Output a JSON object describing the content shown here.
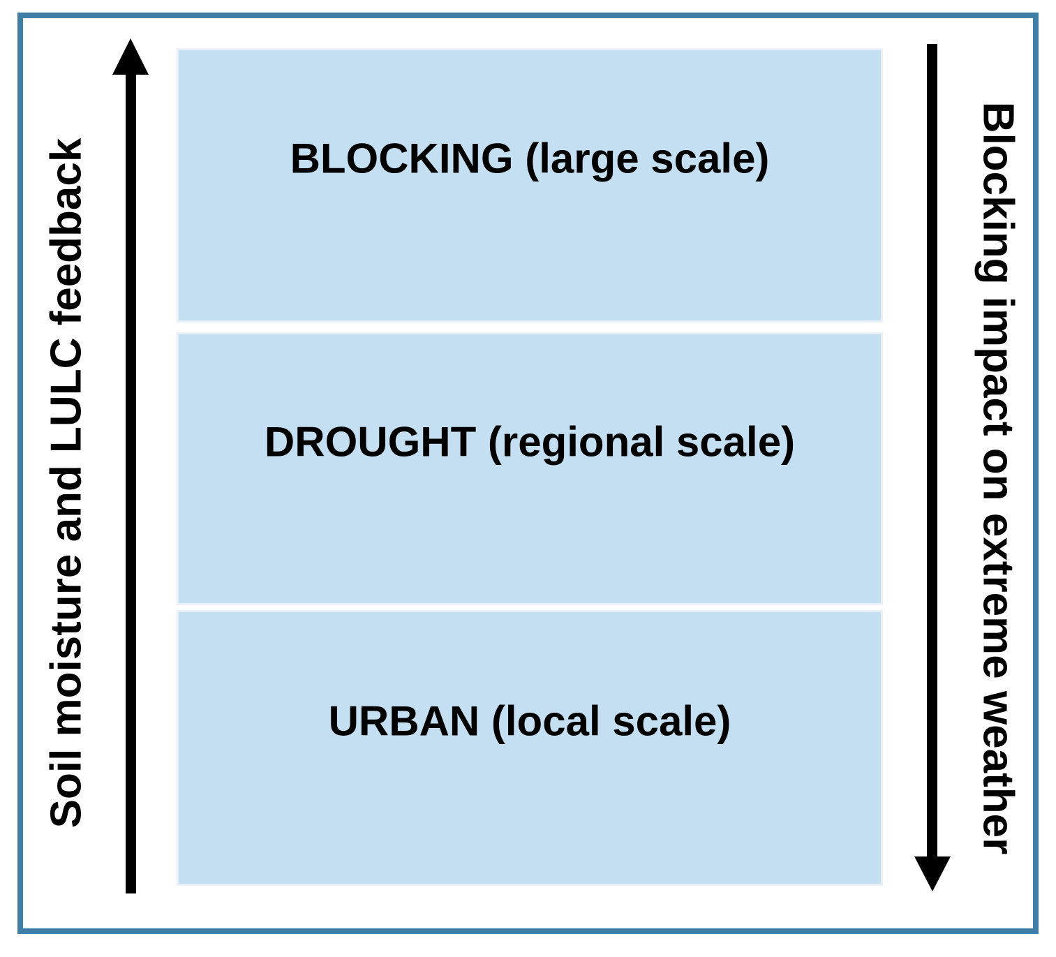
{
  "diagram": {
    "boxes": [
      {
        "id": "blocking",
        "label": "BLOCKING (large scale)"
      },
      {
        "id": "drought",
        "label": "DROUGHT (regional scale)"
      },
      {
        "id": "urban",
        "label": "URBAN (local scale)"
      }
    ],
    "left_axis": {
      "label": "Soil moisture and LULC feedback",
      "arrow_direction": "up"
    },
    "right_axis": {
      "label": "Blocking impact on extreme weather",
      "arrow_direction": "down"
    },
    "colors": {
      "frame_border": "#3f7ea6",
      "box_fill": "#c4dff1",
      "box_edge": "#e8f1f9",
      "arrow": "#000000",
      "text": "#000000",
      "background": "#ffffff"
    }
  }
}
